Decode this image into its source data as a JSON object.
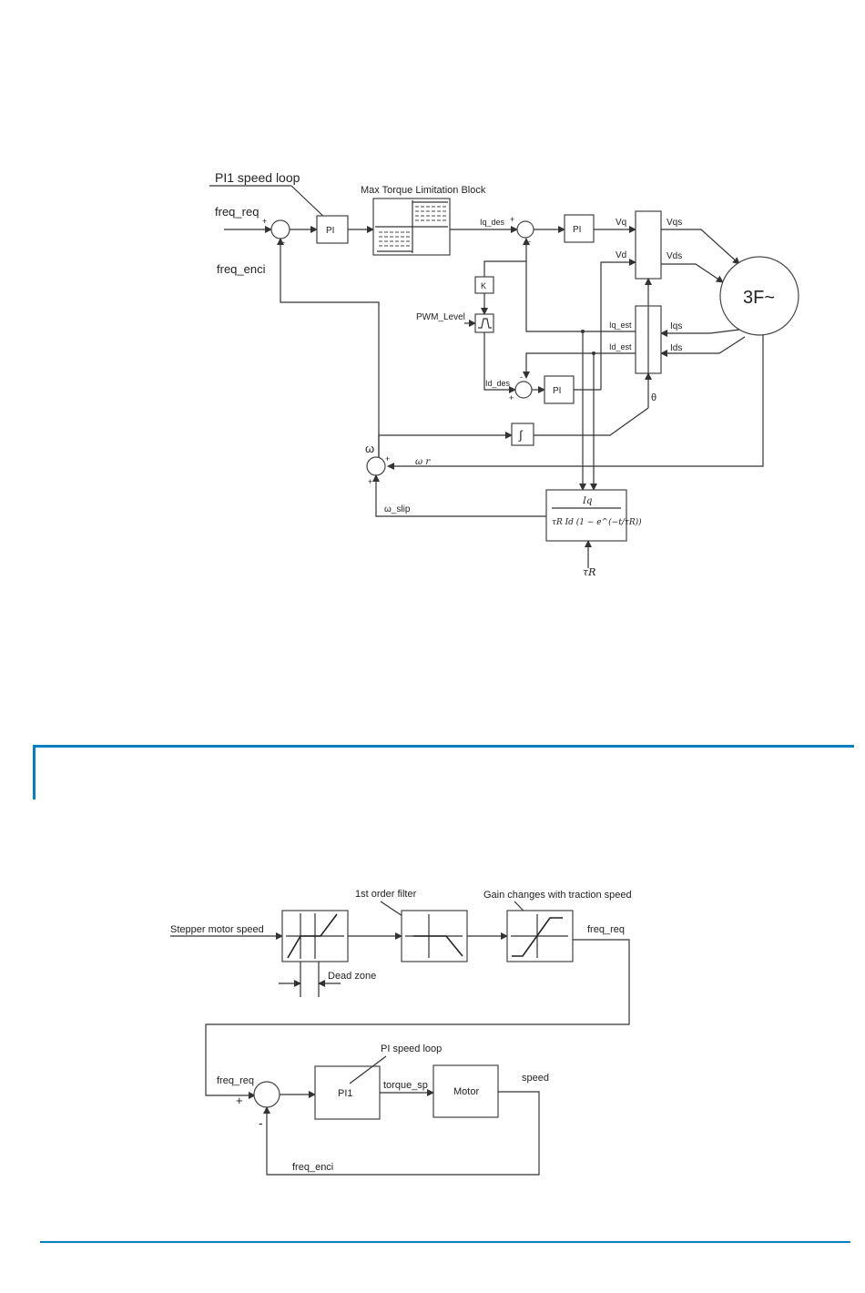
{
  "colors": {
    "accent": "#0a7fbf",
    "line": "#333333"
  },
  "diagram1": {
    "pi1_label": "PI1 speed loop",
    "freq_req": "freq_req",
    "freq_enci": "freq_enci",
    "pi": "PI",
    "max_torque": "Max Torque Limitation Block",
    "iq_des": "Iq_des",
    "vq": "Vq",
    "vd": "Vd",
    "vqs": "Vqs",
    "vds": "Vds",
    "motor": "3F~",
    "k": "K",
    "pwm_level": "PWM_Level",
    "iq_est": "Iq_est",
    "id_est": "Id_est",
    "iqs": "Iqs",
    "ids": "Ids",
    "id_des": "Id_des",
    "theta": "θ",
    "integrator": "∫",
    "omega": "ω",
    "omega_r": "ω r",
    "omega_slip": "ω_slip",
    "formula_num": "Iq",
    "formula_den": "τR Id (1 − e^(−t/τR))",
    "tau_r": "τR",
    "plus": "+",
    "minus": "-"
  },
  "diagram2": {
    "stepper": "Stepper motor speed",
    "dead_zone": "Dead zone",
    "filter": "1st order filter",
    "gain": "Gain changes with traction speed",
    "freq_req_top": "freq_req",
    "pi_loop": "PI speed loop",
    "freq_req": "freq_req",
    "pi1": "PI1",
    "torque_sp": "torque_sp",
    "motor": "Motor",
    "speed": "speed",
    "freq_enci": "freq_enci",
    "plus": "+",
    "minus": "-"
  }
}
